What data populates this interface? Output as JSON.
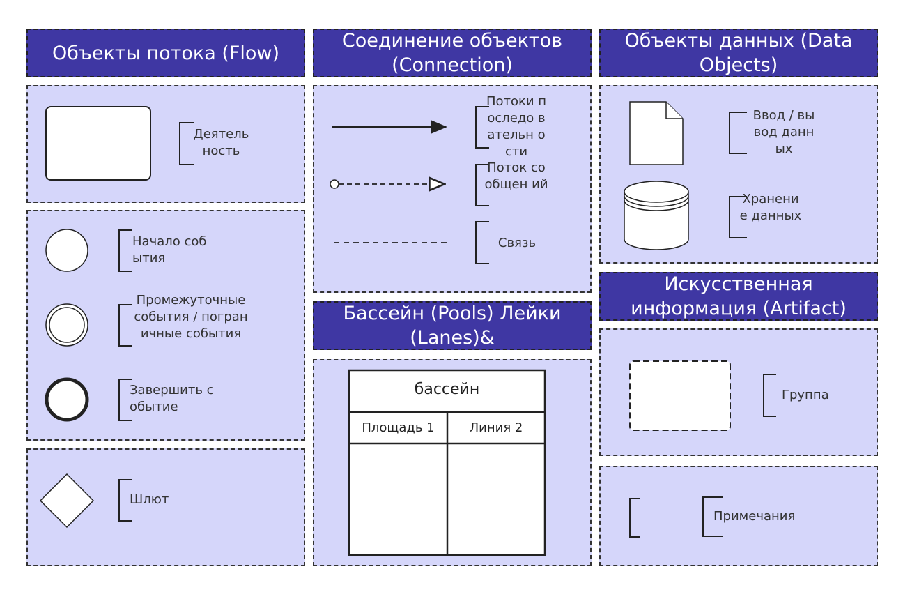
{
  "headers": {
    "flow": "Объекты потока (Flow)",
    "connection": "Соединение объектов (Connection)",
    "data_objects": "Объекты данных (Data Objects)",
    "pools": "Бассейн (Pools) Лейки (Lanes)&",
    "artifact": "Искусственная информация (Artifact)"
  },
  "flow": {
    "activity": "Деятель ность",
    "start_event": "Начало события",
    "intermediate_event": "Промежуточные события / пограничные события",
    "end_event": "Завершить событие",
    "gateway": "Шлют"
  },
  "connection": {
    "sequence_flow": "Потоки последо вательн ости",
    "message_flow": "Поток сообщен ий",
    "association": "Связь"
  },
  "data_objects": {
    "input_output": "Ввод / вывод данных",
    "data_store": "Хранени е данных"
  },
  "pool": {
    "title": "бассейн",
    "lane1": "Площадь 1",
    "lane2": "Линия 2"
  },
  "artifact": {
    "group": "Группа",
    "annotation": "Примечания"
  },
  "colors": {
    "header_bg": "#3f37a3",
    "panel_bg": "#d5d6fa"
  }
}
